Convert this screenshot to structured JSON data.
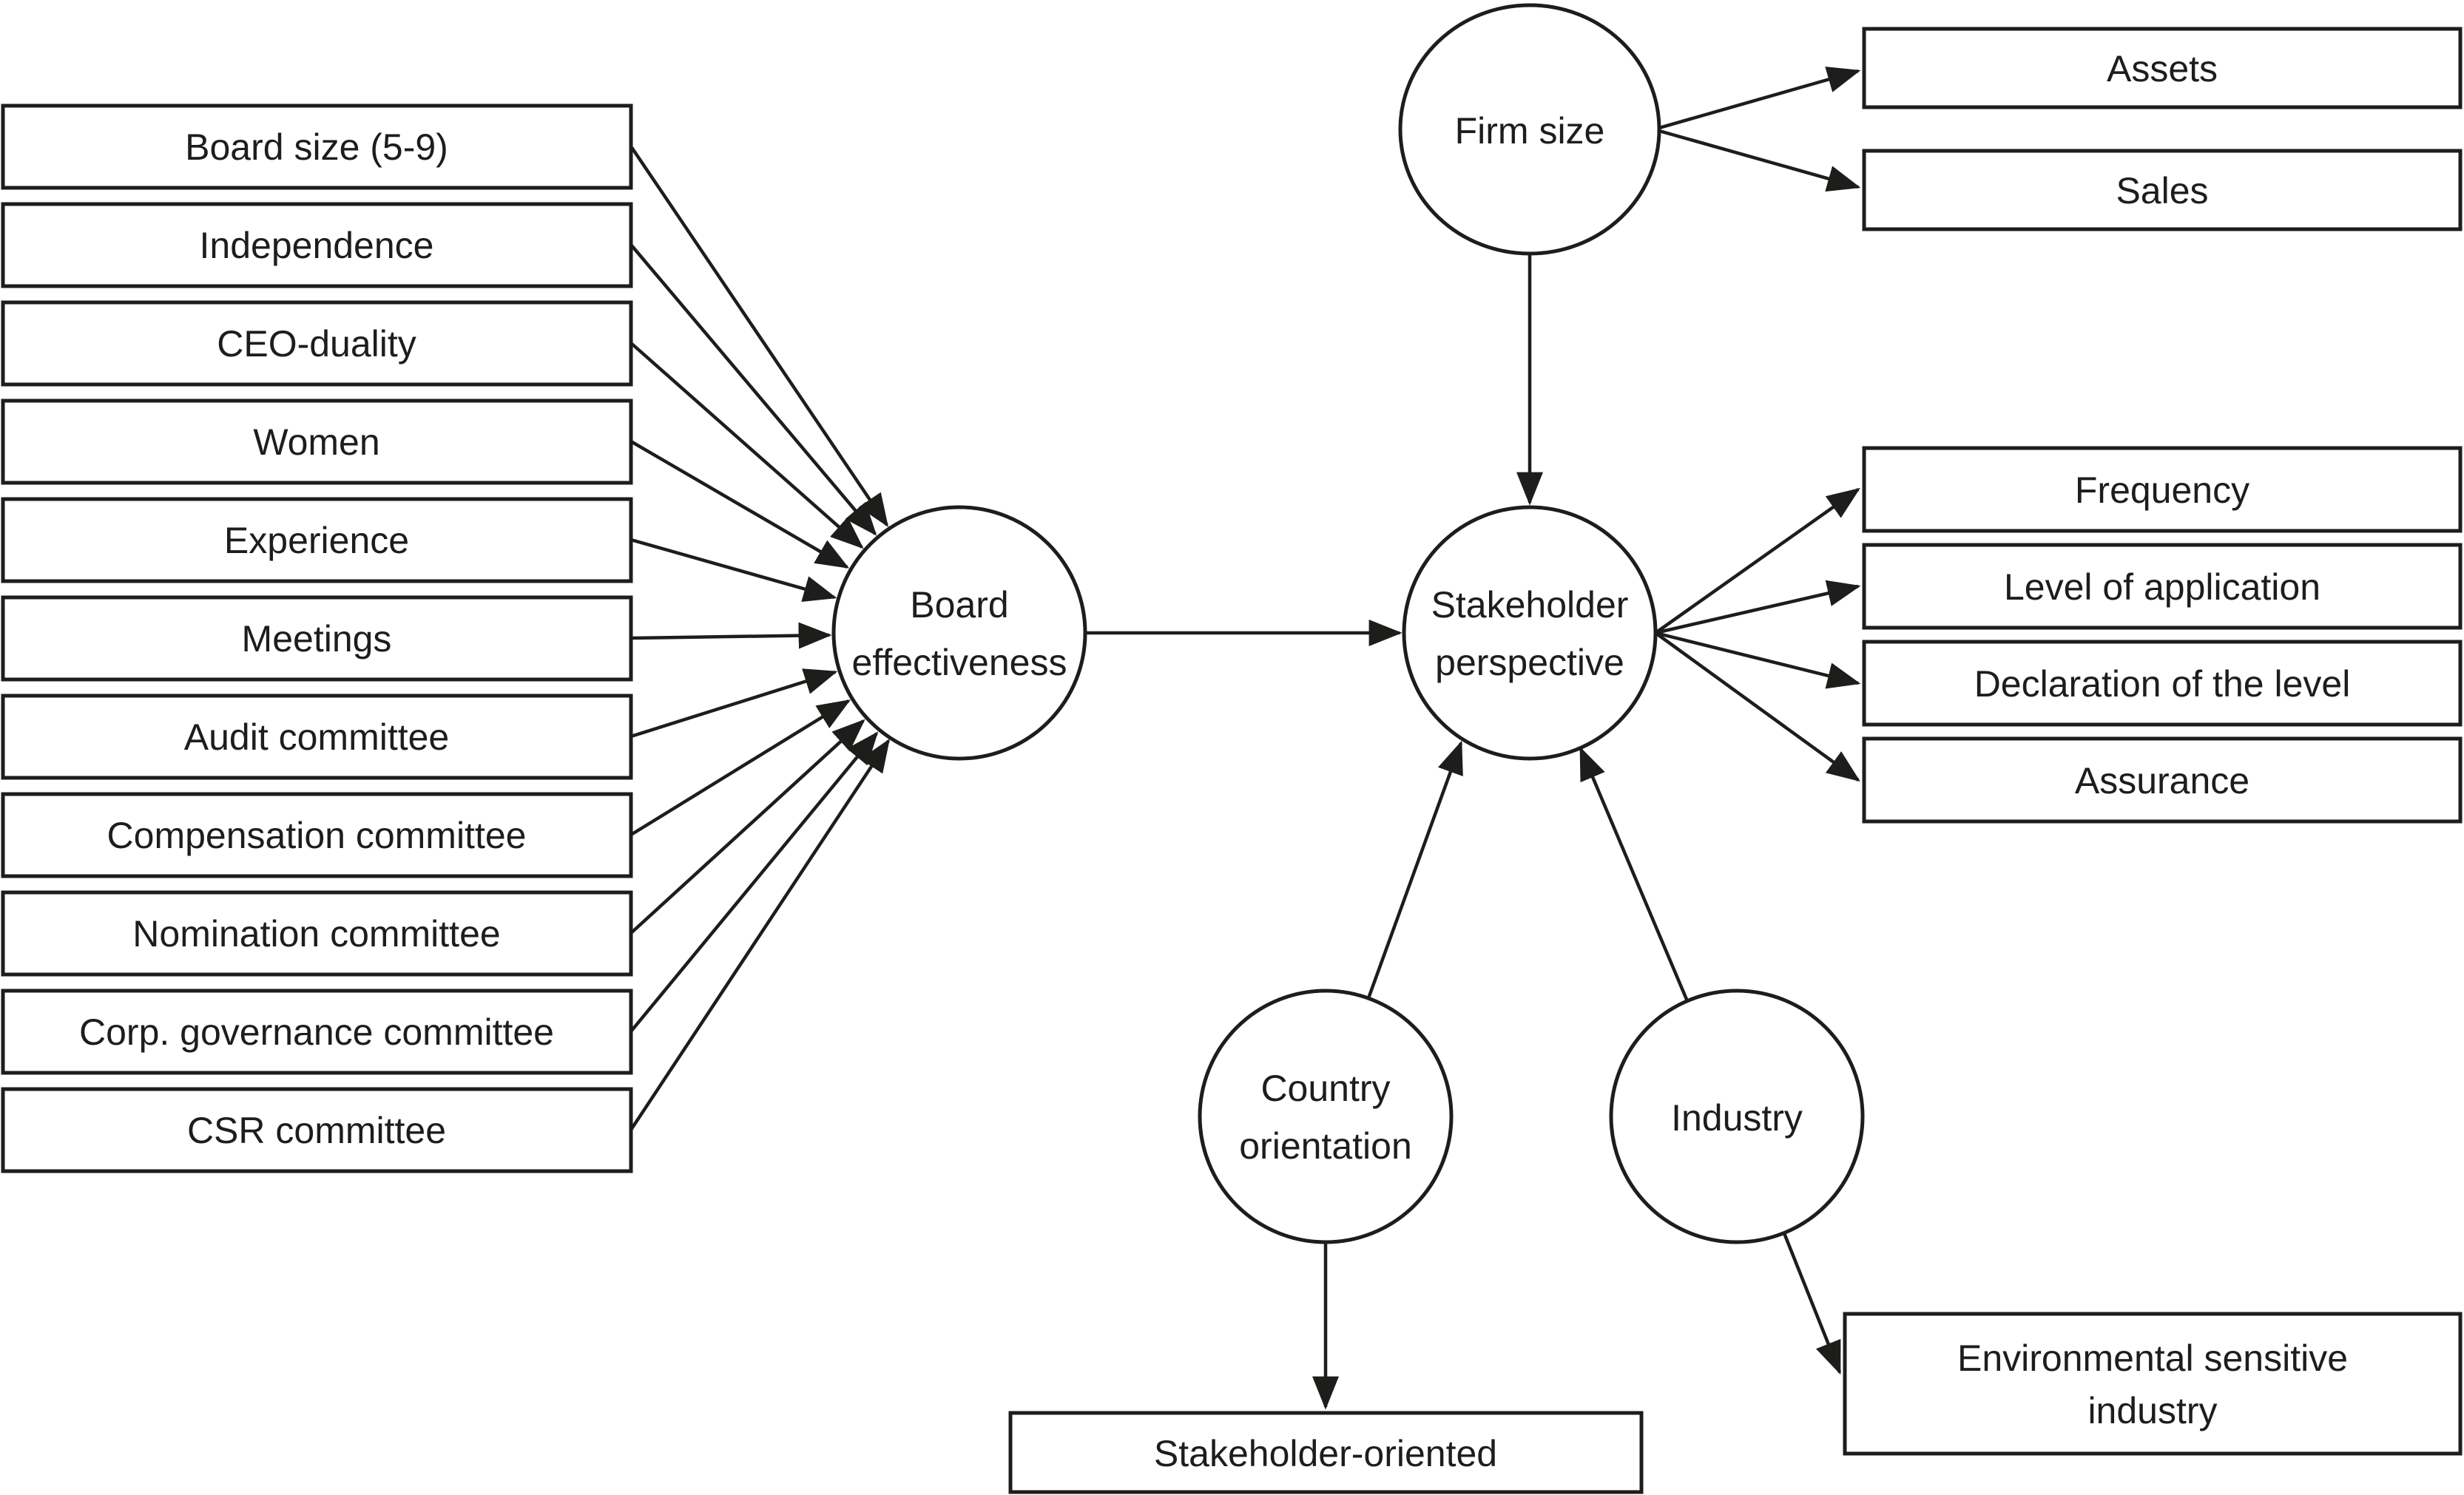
{
  "diagram": {
    "colors": {
      "stroke": "#1d1d1b",
      "text": "#1d1d1b",
      "background": "#ffffff"
    },
    "board_indicators": [
      "Board size (5-9)",
      "Independence",
      "CEO-duality",
      "Women",
      "Experience",
      "Meetings",
      "Audit committee",
      "Compensation committee",
      "Nomination committee",
      "Corp. governance committee",
      "CSR committee"
    ],
    "latent": {
      "board_effectiveness": {
        "lines": [
          "Board",
          "effectiveness"
        ]
      },
      "stakeholder_perspective": {
        "lines": [
          "Stakeholder",
          "perspective"
        ]
      },
      "firm_size": {
        "lines": [
          "Firm size"
        ]
      },
      "country_orientation": {
        "lines": [
          "Country",
          "orientation"
        ]
      },
      "industry": {
        "lines": [
          "Industry"
        ]
      }
    },
    "firm_size_indicators": [
      "Assets",
      "Sales"
    ],
    "stakeholder_indicators": [
      "Frequency",
      "Level of application",
      "Declaration of the level",
      "Assurance"
    ],
    "country_orientation_indicator": "Stakeholder-oriented",
    "industry_indicator": {
      "lines": [
        "Environmental sensitive",
        "industry"
      ]
    }
  }
}
